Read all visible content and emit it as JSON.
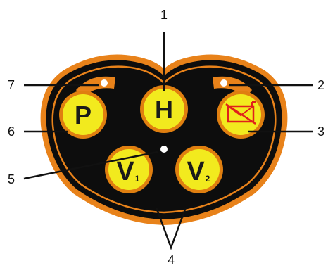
{
  "panel": {
    "buttons": {
      "p": {
        "label": "P",
        "icon": "p-button"
      },
      "h": {
        "label": "H",
        "icon": "h-button"
      },
      "v1": {
        "label": "V",
        "sub": "1",
        "icon": "v1-button"
      },
      "v2": {
        "label": "V",
        "sub": "2",
        "icon": "v2-button"
      },
      "signal": {
        "icon": "crossed-out-envelope-icon"
      }
    },
    "indicators": [
      "left-led",
      "right-led",
      "center-led"
    ]
  },
  "callouts": {
    "c1": "1",
    "c2": "2",
    "c3": "3",
    "c4": "4",
    "c5": "5",
    "c6": "6",
    "c7": "7"
  },
  "colors": {
    "body": "#0d0d0d",
    "rim": "#e8821a",
    "button_fill": "#f2ea1e",
    "button_ring": "#e07f10",
    "led": "#ffffff",
    "icon_red": "#e0201b"
  }
}
